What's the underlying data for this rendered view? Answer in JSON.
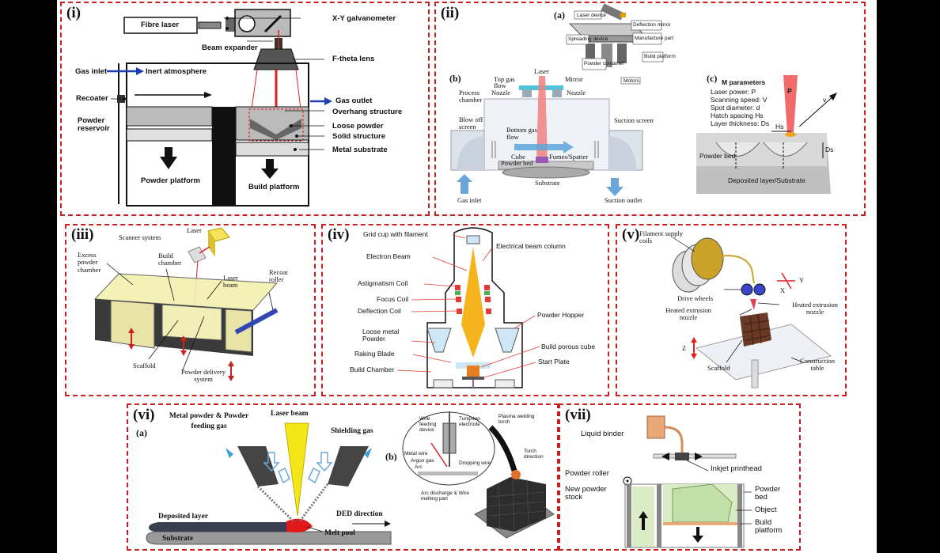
{
  "colors": {
    "border": "#c81e1e",
    "laser": "#e02020",
    "arrow_blue": "#1c3fb0",
    "yellow": "#f3e619",
    "orange": "#f0a31c",
    "green_powder": "#d9ecc5",
    "copper": "#e8a878"
  },
  "panel1": {
    "title": "(i)",
    "labels": {
      "fibre_laser": "Fibre laser",
      "galvo": "X-Y galvanometer",
      "beam_expander": "Beam expander",
      "ftheta": "F-theta lens",
      "gas_inlet": "Gas inlet",
      "inert": "Inert atmosphere",
      "recoater": "Recoater",
      "gas_outlet": "Gas outlet",
      "overhang": "Overhang structure",
      "powder_reservoir": "Powder reservoir",
      "loose_powder": "Loose powder",
      "solid_structure": "Solid structure",
      "metal_substrate": "Metal substrate",
      "powder_platform": "Powder platform",
      "build_platform": "Build platform"
    }
  },
  "panel2": {
    "title": "(ii)",
    "sub_a": "(a)",
    "sub_b": "(b)",
    "sub_c": "(c)",
    "labels": {
      "laser": "Laser",
      "mirror": "Mirror",
      "top_gas": "Top gas flow",
      "nozzle_l": "Nozzle",
      "nozzle_r": "Nozzle",
      "process_chamber": "Process chamber",
      "blow_off": "Blow off screen",
      "bottom_gas": "Bottom gas flow",
      "suction_screen": "Suction screen",
      "cube": "Cube",
      "fumes": "Fumes/Spatter",
      "powder_bed": "Powder bed",
      "substrate": "Substrate",
      "gas_inlet": "Gas inlet",
      "suction_outlet": "Suction outlet",
      "a_laser_device": "Laser device",
      "a_deflection": "Deflection mirror",
      "a_spreading": "Spreading device",
      "a_manufacture": "Manufacture part",
      "a_powder_container": "Powder container",
      "a_build_platform": "Build platform",
      "a_motors": "Motors",
      "c_title": "M parameters",
      "c_p": "Laser power: P",
      "c_v": "Scanning speed: V",
      "c_d": "Spot diameter: d",
      "c_hs": "Hatch spacing Hs",
      "c_ds": "Layer thickness: Ds",
      "c_pbed": "Powder bed",
      "c_deposited": "Deposited layer/Substrate",
      "c_plabel": "P",
      "c_vlabel": "v",
      "c_hslabel": "Hs",
      "c_dslabel": "Ds"
    }
  },
  "panel3": {
    "title": "(iii)",
    "labels": {
      "laser": "Laser",
      "scanner": "Scanner system",
      "excess": "Excess powder chamber",
      "build_chamber": "Build chamber",
      "laser_beam": "Laser beam",
      "recoat": "Recoat roller",
      "scaffold": "Scaffold",
      "delivery": "Powder delivery system"
    }
  },
  "panel4": {
    "title": "(iv)",
    "labels": {
      "grid_cup": "Grid cup with filament",
      "electrical": "Electrical beam column",
      "electron_beam": "Electron Beam",
      "astig": "Astigmatism Coil",
      "focus": "Focus Coil",
      "deflection": "Deflection Coil",
      "hopper": "Powder Hopper",
      "loose": "Loose metal Powder",
      "raking": "Raking Blade",
      "porous": "Build porous cube",
      "start_plate": "Start Plate",
      "build_chamber": "Build Chamber"
    }
  },
  "panel5": {
    "title": "(v)",
    "labels": {
      "filament": "Filament supply coils",
      "drive": "Drive wheels",
      "heated_r": "Heated extrusion nozzle",
      "heated_l": "Heated extrusion nozzle",
      "x": "X",
      "y": "Y",
      "z": "Z",
      "scaffold": "Scaffold",
      "table": "Construction table"
    }
  },
  "panel6": {
    "title": "(vi)",
    "sub_a": "(a)",
    "sub_b": "(b)",
    "labels": {
      "metal_powder": "Metal powder & Powder feeding gas",
      "laser_beam": "Laser beam",
      "shielding": "Shielding gas",
      "deposited": "Deposited layer",
      "ded": "DED direction",
      "substrate": "Substrate",
      "melt_pool": "Melt pool",
      "wire_device": "Wire feeding device",
      "tungsten": "Tungsten electrode",
      "plasma": "Plasma welding torch",
      "metal_wire": "Metal wire",
      "argon": "Argon gas",
      "arc": "Arc",
      "dropping": "Dropping wire",
      "torch_dir": "Torch direction",
      "arc_discharge": "Arc discharge & Wire melting part"
    }
  },
  "panel7": {
    "title": "(vii)",
    "labels": {
      "binder": "Liquid binder",
      "printhead": "Inkjet printhead",
      "roller": "Powder roller",
      "stock": "New powder stock",
      "bed": "Powder bed",
      "object": "Object",
      "platform": "Build platform"
    }
  }
}
